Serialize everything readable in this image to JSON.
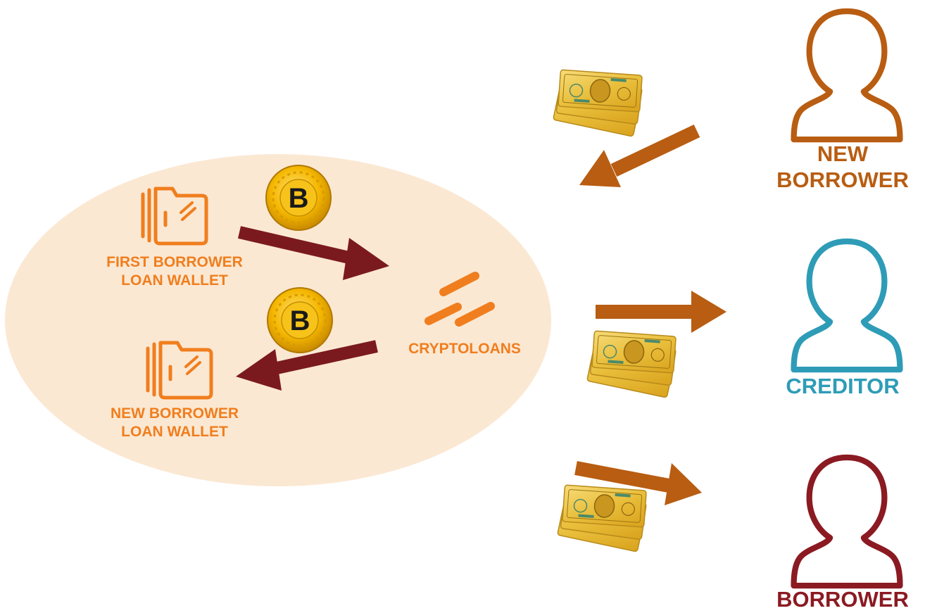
{
  "colors": {
    "ellipse_fill": "#fbe8d3",
    "brand_orange": "#f07e1e",
    "arrow_dark_red": "#7b1a1e",
    "arrow_brown_orange": "#b85d12",
    "new_borrower": "#b85d12",
    "creditor": "#2e9cb7",
    "borrower": "#8b1a22",
    "coin_gold": "#f2b705",
    "cash_gold": "#e8c44a"
  },
  "icons": {
    "wallet": "folder-wallet-icon",
    "coin": "bitcoin-coin-icon",
    "cash": "banknotes-icon",
    "user": "user-outline-icon",
    "logo": "cryptoloans-logo"
  },
  "labels": {
    "first_wallet": {
      "line1": "FIRST BORROWER",
      "line2": "LOAN WALLET"
    },
    "new_wallet": {
      "line1": "NEW BORROWER",
      "line2": "LOAN WALLET"
    },
    "platform": "CRYPTOLOANS",
    "coin_symbol": "B"
  },
  "people": {
    "new_borrower": {
      "line1": "NEW",
      "line2": "BORROWER"
    },
    "creditor": "CREDITOR",
    "borrower": "BORROWER"
  }
}
